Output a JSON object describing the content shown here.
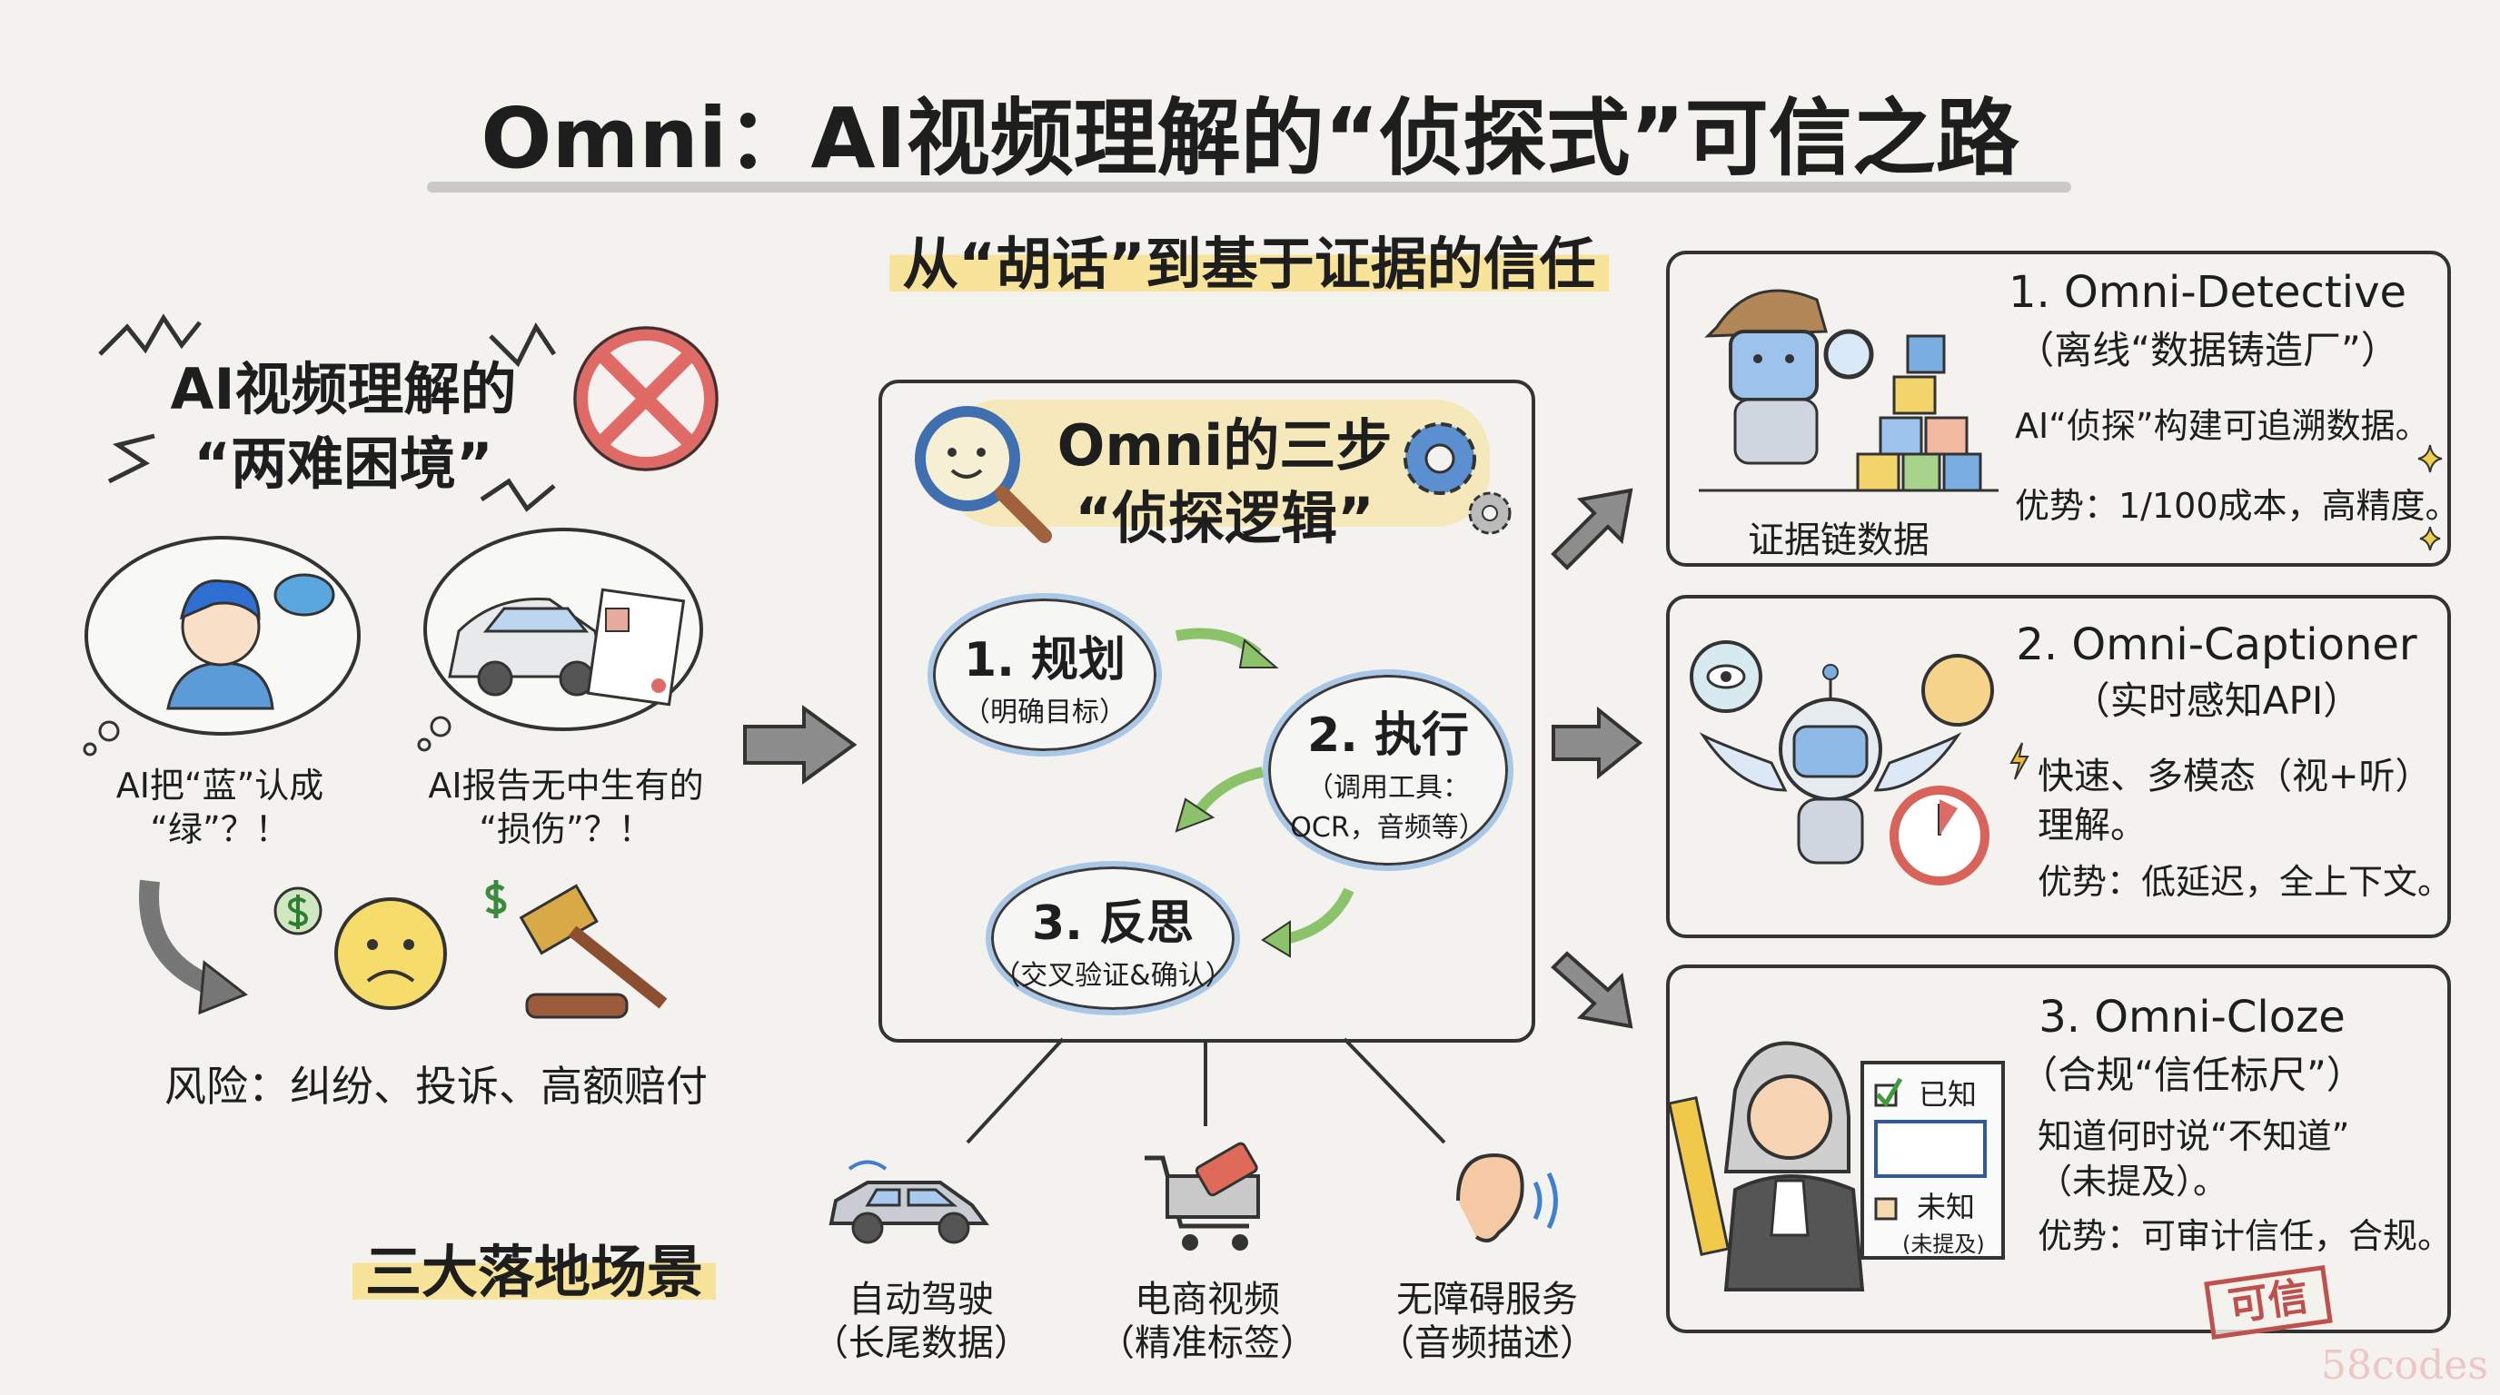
{
  "title": "Omni：AI视频理解的“侦探式”可信之路",
  "subtitle": "从“胡话”到基于证据的信任",
  "dilemma": {
    "heading_line1": "AI视频理解的",
    "heading_line2": "“两难困境”",
    "case1_line1": "AI把“蓝”认成",
    "case1_line2": "“绿”？！",
    "case2_line1": "AI报告无中生有的",
    "case2_line2": "“损伤”？！",
    "risk": "风险：纠纷、投诉、高额赔付"
  },
  "logic": {
    "heading_line1": "Omni的三步",
    "heading_line2": "“侦探逻辑”",
    "steps": [
      {
        "title": "1. 规划",
        "detail": "（明确目标）"
      },
      {
        "title": "2. 执行",
        "detail_line1": "（调用工具：",
        "detail_line2": "OCR，音频等）"
      },
      {
        "title": "3. 反思",
        "detail": "（交叉验证&确认）"
      }
    ]
  },
  "scenarios": {
    "heading": "三大落地场景",
    "items": [
      {
        "name": "自动驾驶",
        "detail": "（长尾数据）"
      },
      {
        "name": "电商视频",
        "detail": "（精准标签）"
      },
      {
        "name": "无障碍服务",
        "detail": "（音频描述）"
      }
    ]
  },
  "cards": [
    {
      "title": "1. Omni-Detective",
      "subtitle": "（离线“数据铸造厂”）",
      "desc": "AI“侦探”构建可追溯数据。",
      "advantage": "优势：1/100成本，高精度。",
      "caption": "证据链数据"
    },
    {
      "title": "2. Omni-Captioner",
      "subtitle": "（实时感知API）",
      "desc_line1": "快速、多模态（视+听）",
      "desc_line2": "理解。",
      "advantage": "优势：低延迟，全上下文。"
    },
    {
      "title": "3. Omni-Cloze",
      "subtitle": "（合规“信任标尺”）",
      "desc_line1": "知道何时说“不知道”",
      "desc_line2": "（未提及）。",
      "advantage": "优势：可审计信任，合规。",
      "checklist_known": "已知",
      "checklist_unknown": "未知",
      "checklist_unknown_note": "(未提及)",
      "stamp": "可信"
    }
  ],
  "watermark": "58codes",
  "colors": {
    "background": "#f3f2ee",
    "highlight": "#f7e39a",
    "ellipse_border": "#a9c7e6",
    "arrow_green": "#8cc36a",
    "stamp_red": "#c0504d",
    "x_red": "#e06a66"
  }
}
